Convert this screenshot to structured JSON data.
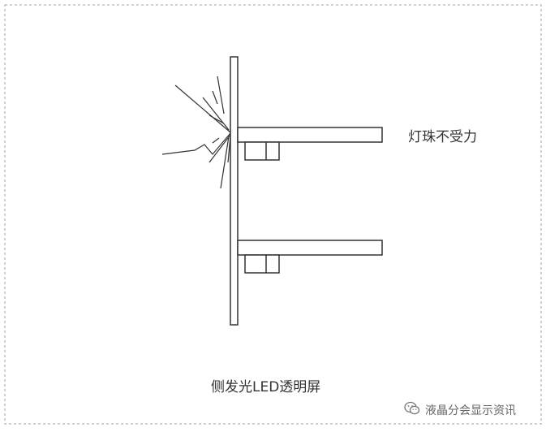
{
  "labels": {
    "bead_no_force": "灯珠不受力",
    "caption": "侧发光LED透明屏"
  },
  "watermark": {
    "icon": "wechat-icon",
    "text": "液晶分会显示资讯"
  },
  "colors": {
    "line": "#333333",
    "border": "#9a9a9a",
    "text": "#333333"
  }
}
